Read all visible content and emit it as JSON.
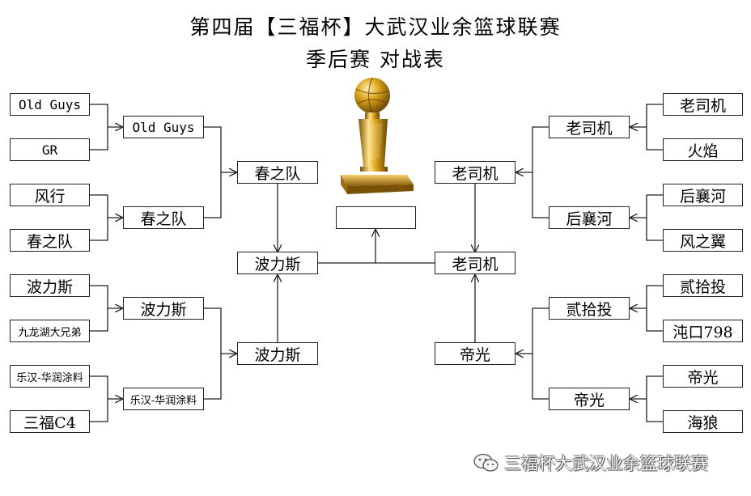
{
  "title": {
    "line1": "第四届【三福杯】大武汉业余篮球联赛",
    "line2": "季后赛 对战表"
  },
  "left": {
    "r1": [
      "Old Guys",
      "GR",
      "风行",
      "春之队",
      "波力斯",
      "九龙湖大兄弟",
      "乐汉-华润涂料",
      "三福C4"
    ],
    "r2": [
      "Old Guys",
      "春之队",
      "波力斯",
      "乐汉-华润涂料"
    ],
    "r3": [
      "春之队",
      "波力斯"
    ],
    "semi": "波力斯"
  },
  "right": {
    "r1": [
      "老司机",
      "火焰",
      "后襄河",
      "风之翼",
      "贰拾投",
      "沌口798",
      "帝光",
      "海狼"
    ],
    "r2": [
      "老司机",
      "后襄河",
      "贰拾投",
      "帝光"
    ],
    "r3": [
      "老司机",
      "帝光"
    ],
    "semi": "老司机"
  },
  "final": {
    "champion": ""
  },
  "watermark": {
    "text": "三福杯大武汉业余篮球联赛"
  },
  "icons": {
    "trophy": "trophy-icon",
    "wechat": "wechat-icon"
  },
  "colors": {
    "line": "#222222",
    "trophy_gold": "#d9a21b"
  }
}
